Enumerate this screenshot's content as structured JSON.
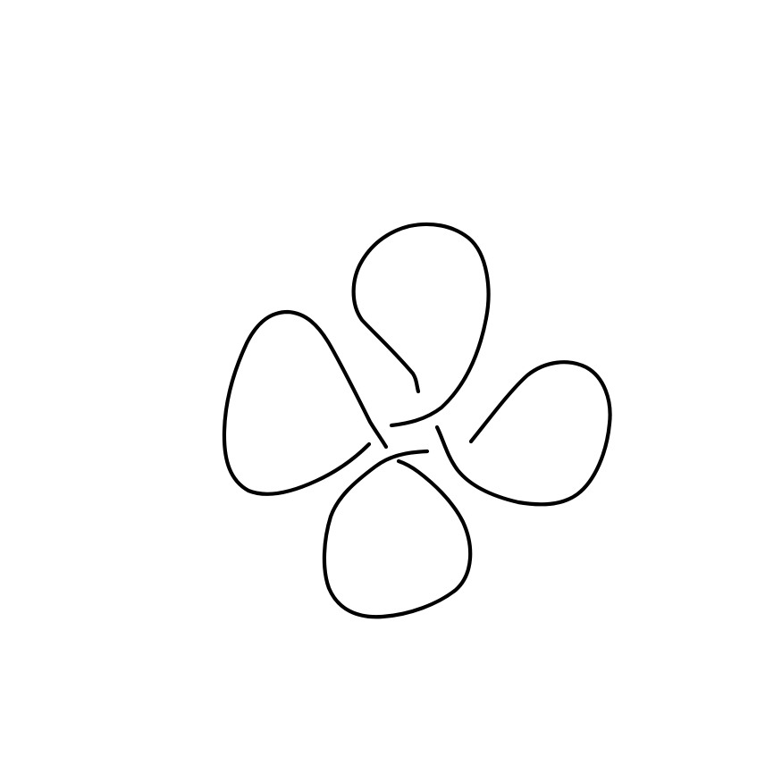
{
  "figure": {
    "background_color": "#ffffff",
    "stroke_color": "#000000",
    "subject": "knot-diagram",
    "lobe_count": 4,
    "lobes": [
      {
        "id": "top-lobe"
      },
      {
        "id": "right-lobe"
      },
      {
        "id": "bottom-lobe"
      },
      {
        "id": "left-lobe"
      }
    ]
  }
}
